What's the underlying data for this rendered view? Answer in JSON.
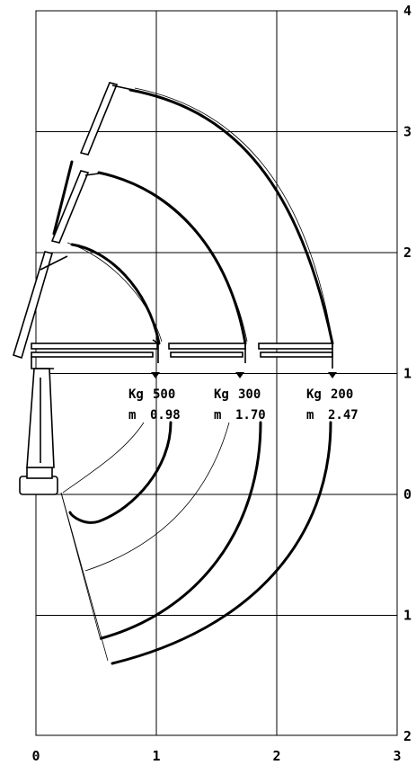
{
  "chart_data": {
    "type": "diagram",
    "x_ticks": [
      "0",
      "1",
      "2",
      "3"
    ],
    "y_ticks_above": [
      "0",
      "1",
      "2",
      "3",
      "4"
    ],
    "y_ticks_below": [
      "1",
      "2"
    ],
    "xlim": [
      0,
      3
    ],
    "ylim": [
      -2,
      4
    ],
    "grid": true,
    "loads": [
      {
        "kg_label": "Kg",
        "kg_value": "500",
        "m_label": "m",
        "m_value": "0.98",
        "reach": 0.98
      },
      {
        "kg_label": "Kg",
        "kg_value": "300",
        "m_label": "m",
        "m_value": "1.70",
        "reach": 1.7
      },
      {
        "kg_label": "Kg",
        "kg_value": "200",
        "m_label": "m",
        "m_value": "2.47",
        "reach": 2.47
      }
    ]
  }
}
